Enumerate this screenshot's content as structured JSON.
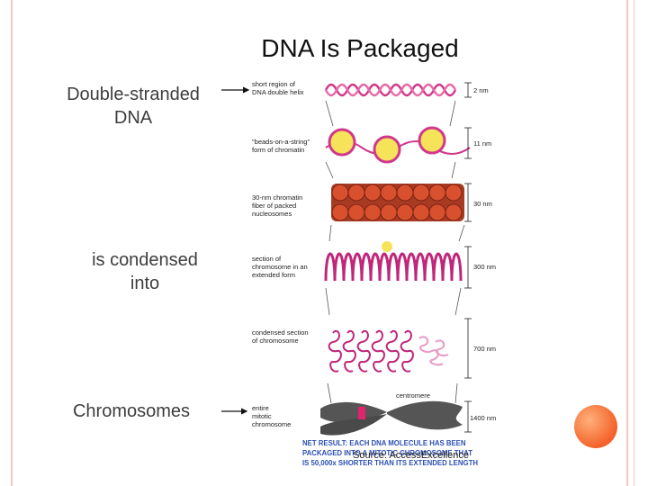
{
  "title": "DNA Is Packaged",
  "left_labels": {
    "dna": "Double-stranded DNA",
    "condensed": "is condensed into",
    "chromosomes": "Chromosomes"
  },
  "diagram_labels": {
    "l1a": "short region of",
    "l1b": "DNA double helix",
    "l2a": "\"beads-on-a-string\"",
    "l2b": "form of chromatin",
    "l3a": "30-nm chromatin",
    "l3b": "fiber of packed",
    "l3c": "nucleosomes",
    "l4a": "section of",
    "l4b": "chromosome in an",
    "l4c": "extended form",
    "l5a": "condensed section",
    "l5b": "of chromosome",
    "l6a": "entire",
    "l6b": "mitotic",
    "l6c": "chromosome",
    "centromere": "centromere"
  },
  "dimensions": {
    "d1": "2 nm",
    "d2": "11 nm",
    "d3": "30 nm",
    "d4": "300 nm",
    "d5": "700 nm",
    "d6": "1400 nm"
  },
  "net_result": {
    "line1": "NET RESULT: EACH DNA MOLECULE HAS BEEN",
    "line2": "PACKAGED INTO A MITOTIC CHROMOSOME THAT",
    "line3": "IS 50,000x SHORTER THAN ITS EXTENDED LENGTH"
  },
  "source": "Source: AccessExcellence",
  "colors": {
    "border": "#f3c9bf",
    "accent_orange": "#f4622a",
    "dna_pink": "#d0388a",
    "bead_yellow": "#f7e35a",
    "fiber_red": "#c2452b",
    "chromosome_gray": "#555555",
    "net_text_blue": "#2b4fb3"
  }
}
